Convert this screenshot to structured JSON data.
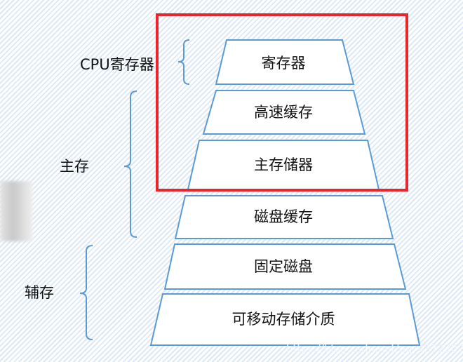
{
  "levels": [
    {
      "label": "寄存器"
    },
    {
      "label": "高速缓存"
    },
    {
      "label": "主存储器"
    },
    {
      "label": "磁盘缓存"
    },
    {
      "label": "固定磁盘"
    },
    {
      "label": "可移动存储介质"
    }
  ],
  "groups": {
    "cpu": "CPU寄存器",
    "main": "主存",
    "aux": "辅存"
  },
  "highlight_color": "#e8262d",
  "stroke_color": "#5b9bd5",
  "watermark": "https://blog.csdn.net/qq_43722079"
}
